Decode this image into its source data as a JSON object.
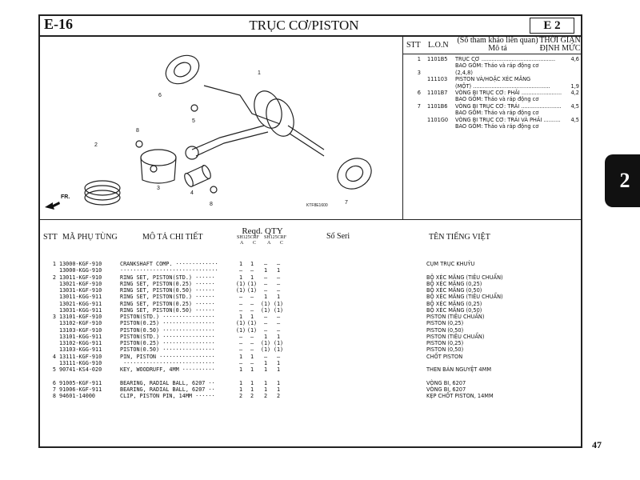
{
  "header": {
    "code": "E-16",
    "title": "TRỤC CƠ/PISTON",
    "section_box": "E  2"
  },
  "side_tab": "2",
  "page_number": "47",
  "labor": {
    "headers": {
      "stt": "STT",
      "lon": "L.O.N",
      "desc1": "(Số tham khảo liên quan)",
      "desc2": "Mô tả",
      "time1": "THỜI GIAN",
      "time2": "ĐỊNH MỨC"
    },
    "rows": [
      {
        "stt": "1",
        "lon": "1101B5",
        "desc": "TRỤC CƠ ............................................",
        "time": "4,6"
      },
      {
        "stt": "",
        "lon": "",
        "desc": "BAO GỒM: Tháo và ráp động cơ",
        "time": ""
      },
      {
        "stt": "3",
        "lon": "",
        "desc": "(2,4,8)",
        "time": ""
      },
      {
        "stt": "",
        "lon": "111103",
        "desc": "PISTON VÀ/HOẶC XÉC MĂNG",
        "time": ""
      },
      {
        "stt": "",
        "lon": "",
        "desc": "(MỘT) ..............................................",
        "time": "1,9"
      },
      {
        "stt": "6",
        "lon": "1101B7",
        "desc": "VÒNG BI TRỤC CƠ: PHẢI ........................",
        "time": "4,2"
      },
      {
        "stt": "",
        "lon": "",
        "desc": "BAO GỒM: Tháo và ráp động cơ",
        "time": ""
      },
      {
        "stt": "7",
        "lon": "1101B6",
        "desc": "VÒNG BI TRỤC CƠ: TRÁI ........................",
        "time": "4,5"
      },
      {
        "stt": "",
        "lon": "",
        "desc": "BAO GỒM: Tháo và ráp động cơ",
        "time": ""
      },
      {
        "stt": "",
        "lon": "1101G0",
        "desc": "VÒNG BI TRỤC CƠ: TRÁI VÀ PHẢI ..........",
        "time": "4,5"
      },
      {
        "stt": "",
        "lon": "",
        "desc": "BAO GỒM: Tháo và ráp động cơ",
        "time": ""
      }
    ]
  },
  "diagram": {
    "callouts": [
      "1",
      "2",
      "3",
      "4",
      "5",
      "6",
      "7",
      "8",
      "8"
    ],
    "front_label": "FR.",
    "figure_code": "KTF8E1600"
  },
  "parts": {
    "headers": {
      "stt": "STT",
      "part_no": "MÃ PHỤ TÙNG",
      "desc": "MÔ TẢ CHI TIẾT",
      "qty": "Reqd. QTY",
      "model1": "SH125CRF",
      "model2": "SH125CRF",
      "a1": "A",
      "c1": "C",
      "a2": "A",
      "c2": "C",
      "serial": "Số Seri",
      "vn": "TÊN TIẾNG VIỆT"
    },
    "rows": [
      {
        "stt": "1",
        "part": "13000-KGF-910",
        "desc": "CRANKSHAFT COMP. ·············",
        "q": [
          "1",
          "1",
          "–",
          "–"
        ],
        "vn": "CỤM TRỤC KHUỶU"
      },
      {
        "stt": "",
        "part": "13000-KGG-910",
        "desc": "······························",
        "q": [
          "–",
          "–",
          "1",
          "1"
        ],
        "vn": ""
      },
      {
        "stt": "2",
        "part": "13011-KGF-910",
        "desc": "RING SET, PISTON(STD.) ······",
        "q": [
          "1",
          "1",
          "–",
          "–"
        ],
        "vn": "BỘ XÉC MĂNG (TIÊU CHUẨN)"
      },
      {
        "stt": "",
        "part": "13021-KGF-910",
        "desc": "RING SET, PISTON(0.25) ······",
        "q": [
          "(1)",
          "(1)",
          "–",
          "–"
        ],
        "vn": "BỘ XÉC MĂNG (0,25)"
      },
      {
        "stt": "",
        "part": "13031-KGF-910",
        "desc": "RING SET, PISTON(0.50) ······",
        "q": [
          "(1)",
          "(1)",
          "–",
          "–"
        ],
        "vn": "BỘ XÉC MĂNG (0,50)"
      },
      {
        "stt": "",
        "part": "13011-KGG-911",
        "desc": "RING SET, PISTON(STD.) ······",
        "q": [
          "–",
          "–",
          "1",
          "1"
        ],
        "vn": "BỘ XÉC MĂNG (TIÊU CHUẨN)"
      },
      {
        "stt": "",
        "part": "13021-KGG-911",
        "desc": "RING SET, PISTON(0.25) ······",
        "q": [
          "–",
          "–",
          "(1)",
          "(1)"
        ],
        "vn": "BỘ XÉC MĂNG (0,25)"
      },
      {
        "stt": "",
        "part": "13031-KGG-911",
        "desc": "RING SET, PISTON(0.50) ······",
        "q": [
          "–",
          "–",
          "(1)",
          "(1)"
        ],
        "vn": "BỘ XÉC MĂNG (0,50)"
      },
      {
        "stt": "3",
        "part": "13101-KGF-910",
        "desc": "PISTON(STD.) ················",
        "q": [
          "1",
          "1",
          "–",
          "–"
        ],
        "vn": "PISTON (TIÊU CHUẨN)"
      },
      {
        "stt": "",
        "part": "13102-KGF-910",
        "desc": "PISTON(0.25) ················",
        "q": [
          "(1)",
          "(1)",
          "–",
          "–"
        ],
        "vn": "PISTON (0,25)"
      },
      {
        "stt": "",
        "part": "13103-KGF-910",
        "desc": "PISTON(0.50) ················",
        "q": [
          "(1)",
          "(1)",
          "–",
          "–"
        ],
        "vn": "PISTON (0,50)"
      },
      {
        "stt": "",
        "part": "13101-KGG-911",
        "desc": "PISTON(STD.) ················",
        "q": [
          "–",
          "–",
          "1",
          "1"
        ],
        "vn": "PISTON (TIÊU CHUẨN)"
      },
      {
        "stt": "",
        "part": "13102-KGG-911",
        "desc": "PISTON(0.25) ················",
        "q": [
          "–",
          "–",
          "(1)",
          "(1)"
        ],
        "vn": "PISTON (0,25)"
      },
      {
        "stt": "",
        "part": "13103-KGG-911",
        "desc": "PISTON(0.50) ················",
        "q": [
          "–",
          "–",
          "(1)",
          "(1)"
        ],
        "vn": "PISTON (0,50)"
      },
      {
        "stt": "4",
        "part": "13111-KGF-910",
        "desc": "PIN, PISTON ·················",
        "q": [
          "1",
          "1",
          "–",
          "–"
        ],
        "vn": "CHỐT PISTON"
      },
      {
        "stt": "",
        "part": "13111-KGG-910",
        "desc": " ····························",
        "q": [
          "–",
          "–",
          "1",
          "1"
        ],
        "vn": ""
      },
      {
        "stt": "5",
        "part": "90741-KS4-020",
        "desc": "KEY, WOODRUFF, 4MM ··········",
        "q": [
          "1",
          "1",
          "1",
          "1"
        ],
        "vn": "THEN BÁN NGUYỆT 4MM"
      },
      null,
      {
        "stt": "6",
        "part": "91005-KGF-911",
        "desc": "BEARING, RADIAL BALL, 6207 ··",
        "q": [
          "1",
          "1",
          "1",
          "1"
        ],
        "vn": "VÒNG BI, 6207"
      },
      {
        "stt": "7",
        "part": "91006-KGF-911",
        "desc": "BEARING, RADIAL BALL, 6207 ··",
        "q": [
          "1",
          "1",
          "1",
          "1"
        ],
        "vn": "VÒNG BI, 6207"
      },
      {
        "stt": "8",
        "part": "94601-14000",
        "desc": "CLIP, PISTON PIN, 14MM ······",
        "q": [
          "2",
          "2",
          "2",
          "2"
        ],
        "vn": "KẸP CHỐT PISTON, 14MM"
      }
    ]
  }
}
